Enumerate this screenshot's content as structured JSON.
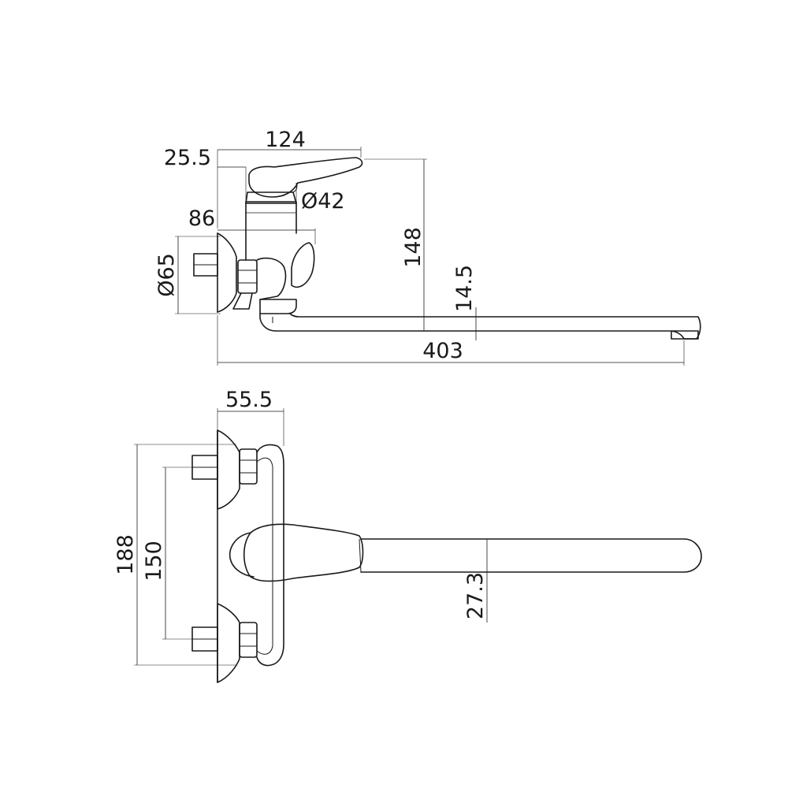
{
  "dimensions": {
    "total_spout_reach": "403",
    "body_width": "124",
    "handle_offset": "25.5",
    "cartridge_diameter": "Ø42",
    "wall_to_body": "86",
    "flange_diameter": "Ø65",
    "total_height": "148",
    "spout_thickness": "14.5",
    "top_view_depth": "55.5",
    "outer_inlet_span": "188",
    "inlet_centers": "150",
    "spout_width": "27.3"
  }
}
